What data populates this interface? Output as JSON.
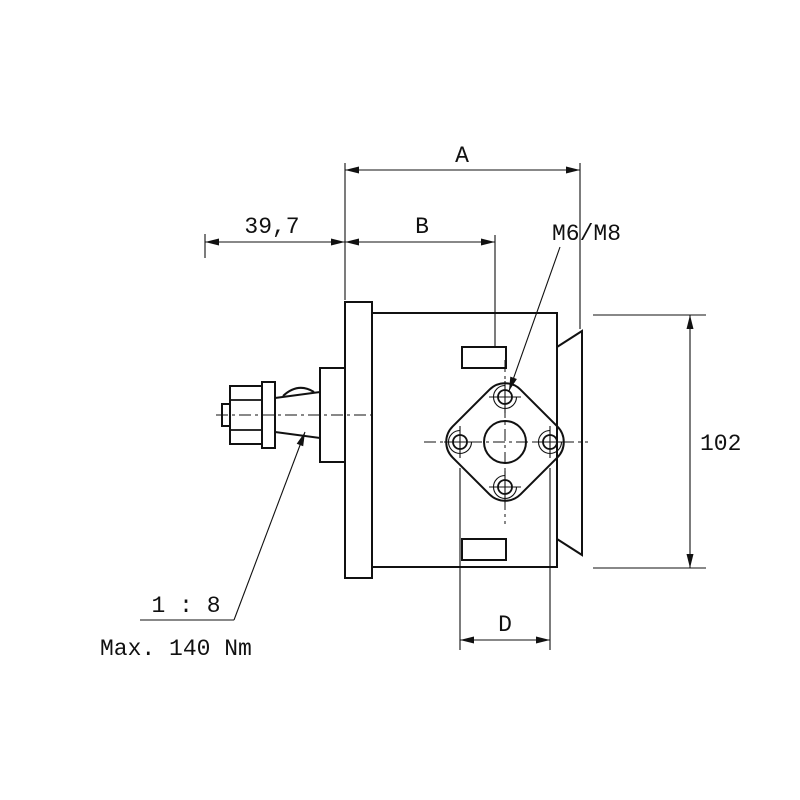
{
  "labels": {
    "dim_a": "A",
    "dim_39_7": "39,7",
    "dim_b": "B",
    "thread": "M6/M8",
    "dim_102": "102",
    "dim_d": "D",
    "taper": "1 : 8",
    "torque": "Max. 140 Nm"
  },
  "colors": {
    "line": "#111111",
    "background": "#ffffff"
  }
}
